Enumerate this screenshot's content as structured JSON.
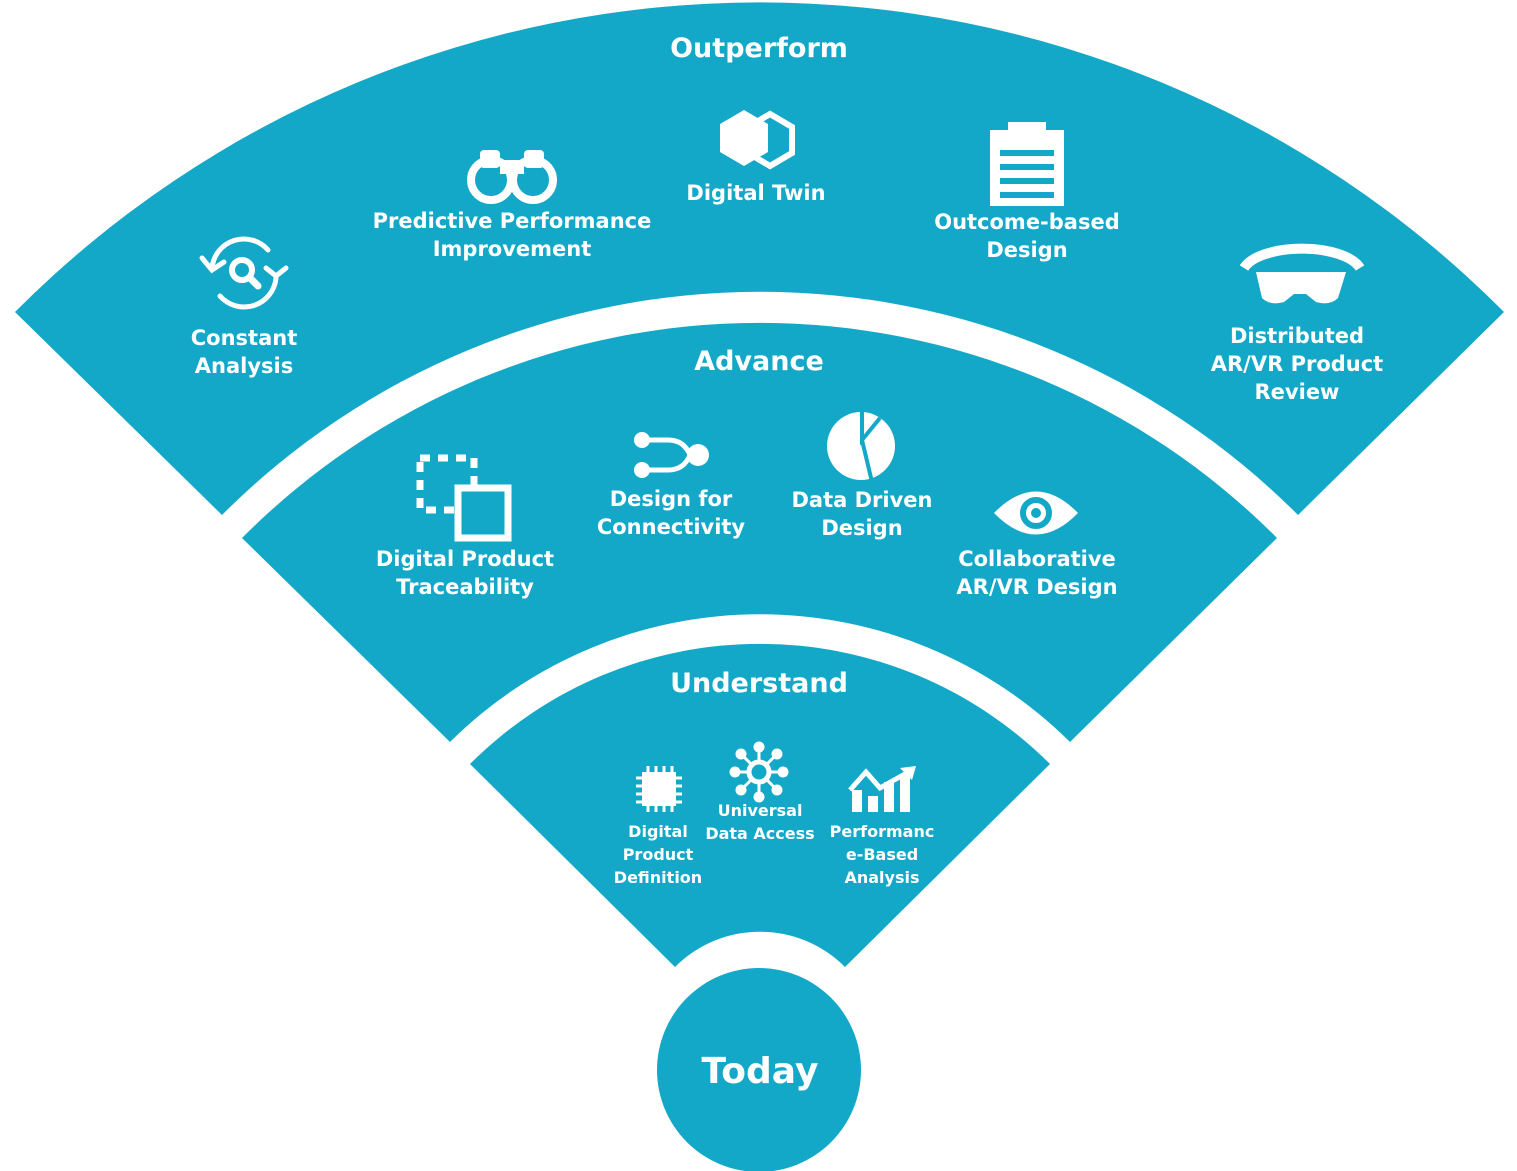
{
  "colors": {
    "band": "#13a8c7",
    "text": "#ffffff",
    "background": "#ffffff"
  },
  "center": {
    "label": "Today"
  },
  "rings": [
    {
      "title": "Outperform",
      "items": [
        {
          "icon": "refresh-search-icon",
          "lines": [
            "Constant",
            "Analysis"
          ]
        },
        {
          "icon": "binoculars-icon",
          "lines": [
            "Predictive Performance",
            "Improvement"
          ]
        },
        {
          "icon": "hexagons-icon",
          "lines": [
            "Digital Twin"
          ]
        },
        {
          "icon": "clipboard-icon",
          "lines": [
            "Outcome-based",
            "Design"
          ]
        },
        {
          "icon": "vr-headset-icon",
          "lines": [
            "Distributed",
            "AR/VR Product",
            "Review"
          ]
        }
      ]
    },
    {
      "title": "Advance",
      "items": [
        {
          "icon": "traceability-icon",
          "lines": [
            "Digital Product",
            "Traceability"
          ]
        },
        {
          "icon": "connector-icon",
          "lines": [
            "Design for",
            "Connectivity"
          ]
        },
        {
          "icon": "pie-chart-icon",
          "lines": [
            "Data Driven",
            "Design"
          ]
        },
        {
          "icon": "eye-icon",
          "lines": [
            "Collaborative",
            "AR/VR Design"
          ]
        }
      ]
    },
    {
      "title": "Understand",
      "items": [
        {
          "icon": "chip-icon",
          "lines": [
            "Digital",
            "Product",
            "Definition"
          ]
        },
        {
          "icon": "network-icon",
          "lines": [
            "Universal",
            "Data Access"
          ]
        },
        {
          "icon": "trend-chart-icon",
          "lines": [
            "Performanc",
            "e-Based",
            "Analysis"
          ]
        }
      ]
    }
  ]
}
